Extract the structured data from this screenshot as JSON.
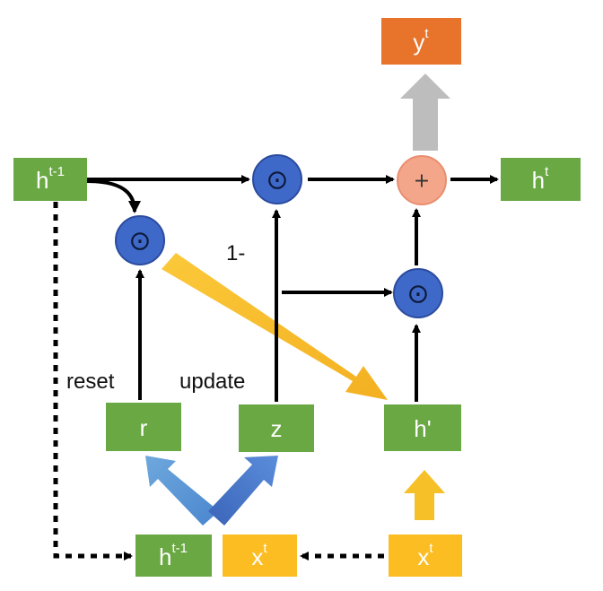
{
  "colors": {
    "green": "#6aa844",
    "orange": "#e8732a",
    "yellow": "#fbbd22",
    "blue_node": "#3f69c9",
    "blue_node_border": "#2b4b9e",
    "plus_node": "#f4a68a",
    "arrow_black": "#000000",
    "arrow_gray": "#bdbdbd",
    "arrow_light_blue": "#5b9bd5",
    "arrow_dark_blue": "#3f6fc7",
    "arrow_yellow": "#f5bf2a"
  },
  "boxes": {
    "y_out": {
      "base": "y",
      "sup": "t"
    },
    "h_prev_top": {
      "base": "h",
      "sup": "t-1"
    },
    "h_out": {
      "base": "h",
      "sup": "t"
    },
    "r_gate": {
      "base": "r",
      "sup": ""
    },
    "z_gate": {
      "base": "z",
      "sup": ""
    },
    "h_candidate": {
      "base": "h'",
      "sup": ""
    },
    "h_prev_bottom": {
      "base": "h",
      "sup": "t-1"
    },
    "x_in_left": {
      "base": "x",
      "sup": "t"
    },
    "x_in_right": {
      "base": "x",
      "sup": "t"
    }
  },
  "operators": {
    "hadamard": "⊙",
    "plus": "+"
  },
  "labels": {
    "one_minus": "1-",
    "reset": "reset",
    "update": "update"
  }
}
